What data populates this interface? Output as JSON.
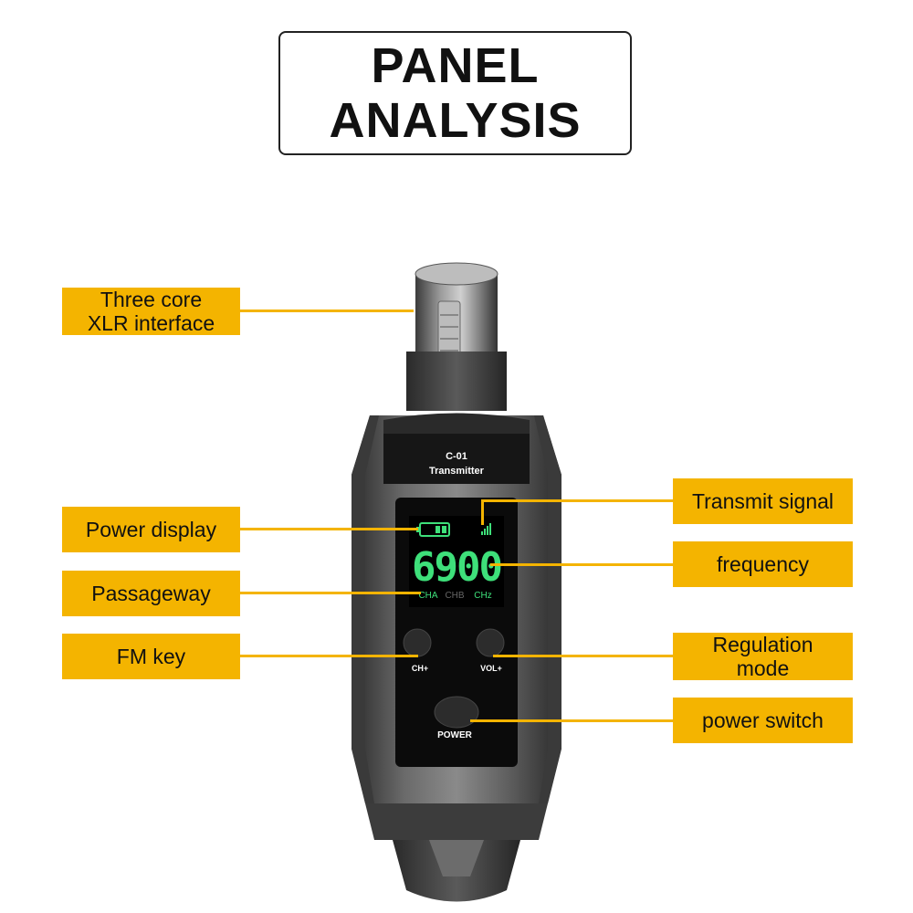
{
  "title": {
    "line1": "PANEL",
    "line2": "ANALYSIS"
  },
  "device": {
    "model": "C-01",
    "name": "Transmitter",
    "display_frequency": "6900",
    "channel_a": "CHA",
    "channel_b": "CHB",
    "channel_unit": "CHz",
    "button_ch": "CH+",
    "button_vol": "VOL+",
    "button_power": "POWER",
    "display_color": "#3ee07a"
  },
  "labels": {
    "xlr_line1": "Three core",
    "xlr_line2": "XLR interface",
    "power_display": "Power display",
    "passageway": "Passageway",
    "fm_key": "FM key",
    "transmit_signal": "Transmit signal",
    "frequency": "frequency",
    "regulation_line1": "Regulation",
    "regulation_line2": "mode",
    "power_switch": "power switch"
  },
  "colors": {
    "label_bg": "#f4b400",
    "device_body": "#4a4a4a"
  }
}
